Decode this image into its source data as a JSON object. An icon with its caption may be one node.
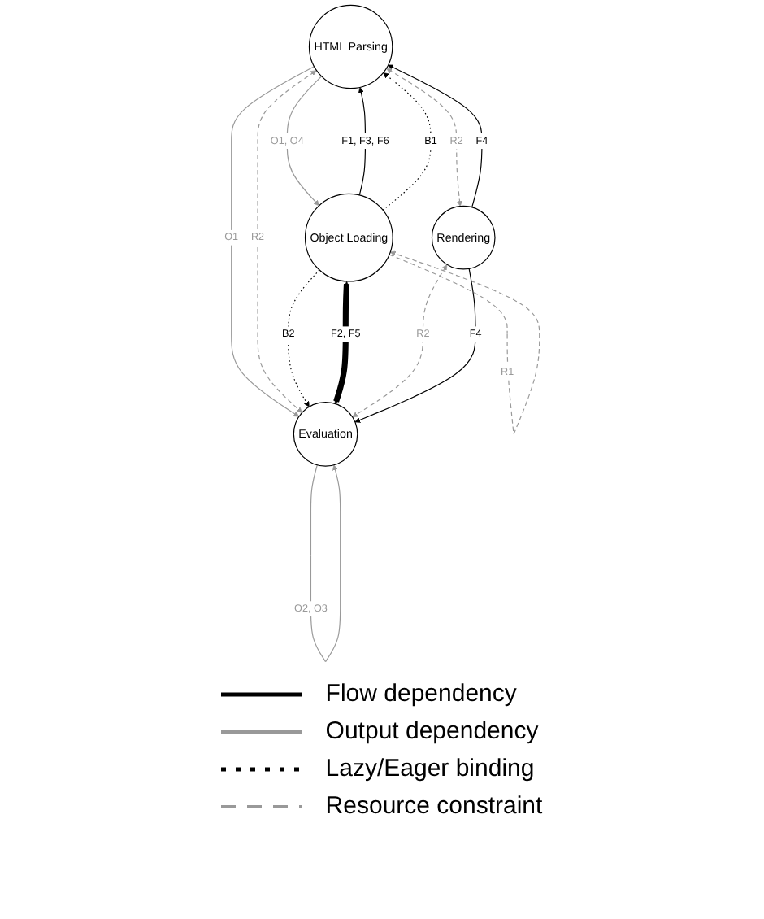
{
  "diagram": {
    "nodes": [
      {
        "text": [
          "HTML Parsing"
        ]
      },
      {
        "text": [
          "Object Loading"
        ]
      },
      {
        "text": [
          "Rendering"
        ]
      },
      {
        "text": [
          "Evaluation"
        ]
      }
    ],
    "edges": [
      {
        "from": 1,
        "to": 0,
        "arrow": "to",
        "label": "F1, F3, F6",
        "color": "#000000"
      },
      {
        "from": 0,
        "to": 1,
        "arrow": "to",
        "label": "O1, O4"
      },
      {
        "from": 1,
        "to": 0,
        "arrow": "to",
        "label": "B1",
        "style": "dashed",
        "color": "#000000"
      },
      {
        "from": 1,
        "to": 1,
        "arrow": "to",
        "label": "R1",
        "style": "dashed"
      },
      {
        "from": 0,
        "to": 3,
        "arrow": "to",
        "label": "O1"
      },
      {
        "from": 0,
        "to": 3,
        "arrow": "both",
        "label": "R2",
        "style": "dashed"
      },
      {
        "from": 1,
        "to": 3,
        "arrow": "to",
        "label": "B2",
        "style": "dashed",
        "color": "#000000"
      },
      {
        "from": 1,
        "to": 3,
        "arrow": "both",
        "label": "F2, F5",
        "style": "thick",
        "color": "#000000"
      },
      {
        "from": 2,
        "to": 0,
        "arrow": "to",
        "label": "F4",
        "color": "#000000"
      },
      {
        "from": 0,
        "to": 2,
        "arrow": "both",
        "label": "R2",
        "style": "dashed"
      },
      {
        "from": 2,
        "to": 3,
        "arrow": "both",
        "label": "R2",
        "style": "dashed"
      },
      {
        "from": 2,
        "to": 3,
        "arrow": "to",
        "label": "F4",
        "color": "#000000"
      },
      {
        "from": 3,
        "to": 3,
        "arrow": "to",
        "label": "O2, O3"
      }
    ],
    "legend": [
      {
        "text": "Flow dependency"
      },
      {
        "text": "Output dependency"
      },
      {
        "text": "Lazy/Eager binding"
      },
      {
        "text": "Resource constraint"
      }
    ]
  }
}
